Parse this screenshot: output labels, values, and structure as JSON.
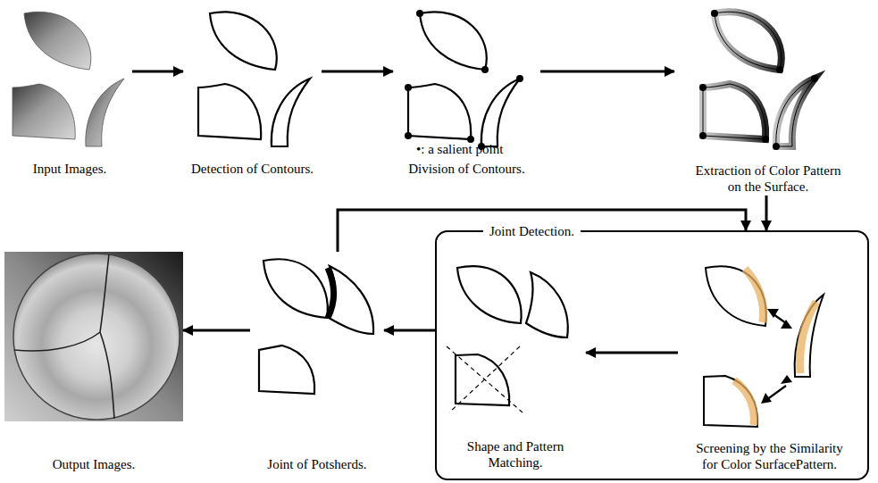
{
  "diagram": {
    "nodes": [
      {
        "text": [
          "Input Images."
        ]
      },
      {
        "text": [
          "Detection of Contours."
        ]
      },
      {
        "text": [
          "Division of Contours."
        ]
      },
      {
        "text": [
          "Extraction of Color Pattern on the Surface."
        ]
      },
      {
        "text": [
          "Joint Detection."
        ]
      },
      {
        "text": [
          "Shape and Pattern Matching."
        ],
        "in": 4
      },
      {
        "text": [
          "Screening by the Similarity for Color SurfacePattern."
        ],
        "in": 4
      },
      {
        "text": [
          "Joint of Potsherds."
        ]
      },
      {
        "text": [
          "Output Images."
        ]
      }
    ],
    "edges": [
      {
        "from": 0,
        "to": 1,
        "arrow": "to"
      },
      {
        "from": 1,
        "to": 2,
        "arrow": "to"
      },
      {
        "from": 2,
        "to": 3,
        "arrow": "to"
      },
      {
        "from": 3,
        "to": 4,
        "arrow": "to"
      },
      {
        "from": 6,
        "to": 5,
        "arrow": "to"
      },
      {
        "from": 4,
        "to": 7,
        "arrow": "to"
      },
      {
        "from": 7,
        "to": 8,
        "arrow": "to"
      },
      {
        "from": 7,
        "to": 4,
        "arrow": "to"
      }
    ],
    "labels": [
      "•: a salient point"
    ]
  }
}
